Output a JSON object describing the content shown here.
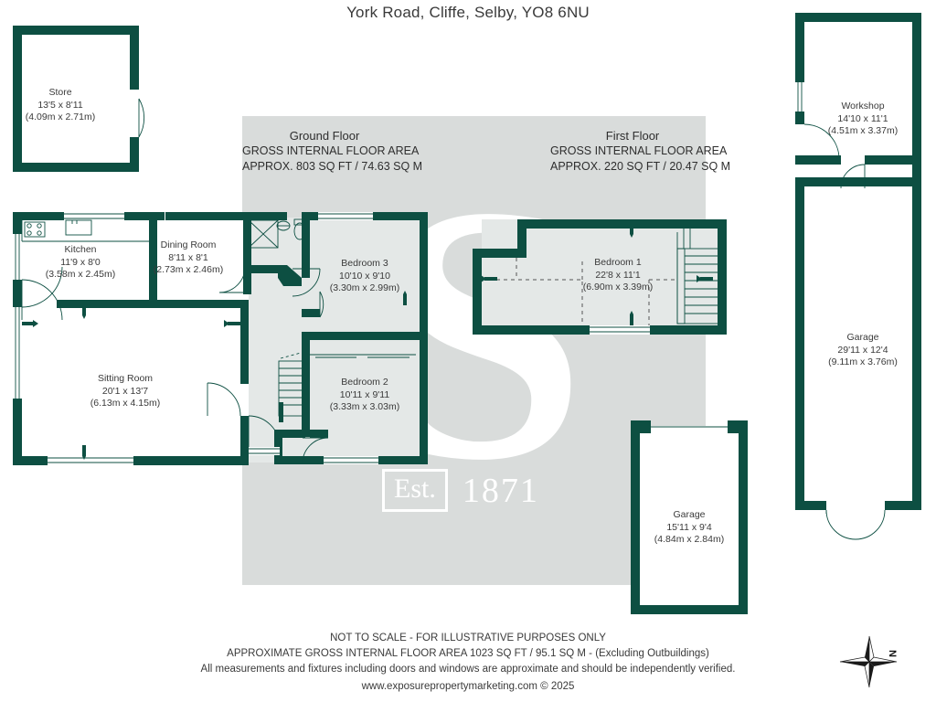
{
  "title": "York Road, Cliffe, Selby, YO8 6NU",
  "colors": {
    "wall": "#0d4f42",
    "watermark_band": "#d9dcdb",
    "room_fill": "#e4e8e7",
    "text": "#3a3a3a"
  },
  "watermark": {
    "letter": "S",
    "est_label": "Est.",
    "est_year": "1871"
  },
  "floor_headers": [
    {
      "name": "Ground Floor",
      "line2": "GROSS INTERNAL FLOOR AREA",
      "line3": "APPROX. 803 SQ FT / 74.63 SQ M"
    },
    {
      "name": "First Floor",
      "line2": "GROSS INTERNAL FLOOR AREA",
      "line3": "APPROX. 220 SQ FT / 20.47 SQ M"
    }
  ],
  "rooms": [
    {
      "name": "Store",
      "imperial": "13'5 x 8'11",
      "metric": "(4.09m x 2.71m)"
    },
    {
      "name": "Kitchen",
      "imperial": "11'9 x 8'0",
      "metric": "(3.58m x 2.45m)"
    },
    {
      "name": "Dining Room",
      "imperial": "8'11 x 8'1",
      "metric": "(2.73m x 2.46m)"
    },
    {
      "name": "Sitting Room",
      "imperial": "20'1 x 13'7",
      "metric": "(6.13m x 4.15m)"
    },
    {
      "name": "Bedroom 3",
      "imperial": "10'10 x 9'10",
      "metric": "(3.30m x 2.99m)"
    },
    {
      "name": "Bedroom 2",
      "imperial": "10'11 x 9'11",
      "metric": "(3.33m x 3.03m)"
    },
    {
      "name": "Bedroom 1",
      "imperial": "22'8 x 11'1",
      "metric": "(6.90m x 3.39m)"
    },
    {
      "name": "Garage",
      "imperial": "15'11 x 9'4",
      "metric": "(4.84m x 2.84m)"
    },
    {
      "name": "Workshop",
      "imperial": "14'10 x 11'1",
      "metric": "(4.51m x 3.37m)"
    },
    {
      "name": "Garage",
      "imperial": "29'11 x 12'4",
      "metric": "(9.11m x 3.76m)"
    }
  ],
  "footer": {
    "line1": "NOT TO SCALE - FOR ILLUSTRATIVE PURPOSES ONLY",
    "line2": "APPROXIMATE GROSS INTERNAL FLOOR AREA 1023 SQ FT / 95.1 SQ M - (Excluding Outbuildings)",
    "line3": "All measurements and fixtures including doors and windows are approximate and should be independently verified.",
    "line4": "www.exposurepropertymarketing.com © 2025"
  },
  "compass": {
    "north_label": "N"
  }
}
